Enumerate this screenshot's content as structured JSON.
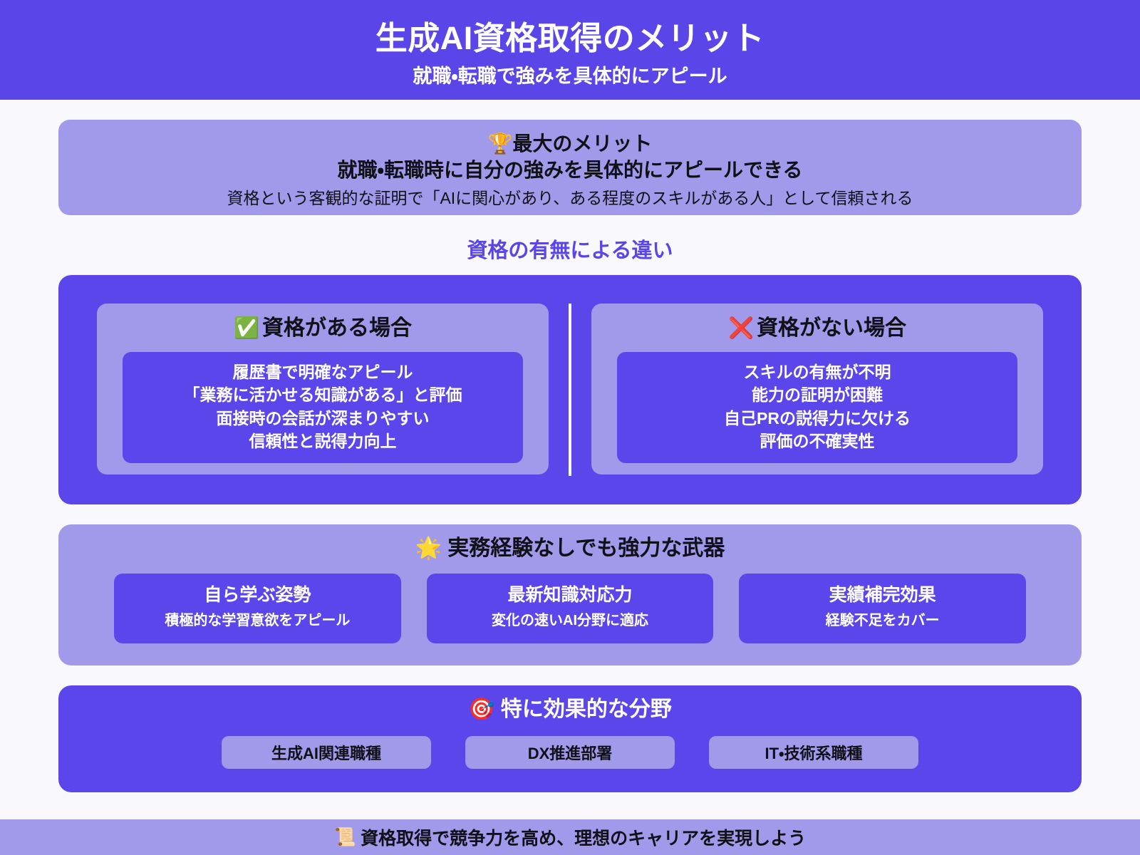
{
  "header": {
    "title": "生成AI資格取得のメリット",
    "subtitle": "就職・転職で強みを具体的にアピール"
  },
  "highlight": {
    "icon": "trophy-emoji",
    "icon_glyph": "🏆",
    "label": "最大のメリット",
    "main": "就職・転職時に自分の強みを具体的にアピールできる",
    "description": "資格という客観的な証明で「AIに関心があり、ある程度のスキルがある人」として信頼される"
  },
  "comparison": {
    "section_title": "資格の有無による違い",
    "with": {
      "icon": "check-mark-button-emoji",
      "icon_glyph": "✅",
      "title": "資格がある場合",
      "items": [
        "履歴書で明確なアピール",
        "「業務に活かせる知識がある」と評価",
        "面接時の会話が深まりやすい",
        "信頼性と説得力向上"
      ]
    },
    "without": {
      "icon": "cross-mark-emoji",
      "icon_glyph": "❌",
      "title": "資格がない場合",
      "items": [
        "スキルの有無が不明",
        "能力の証明が困難",
        "自己PRの説得力に欠ける",
        "評価の不確実性"
      ]
    }
  },
  "weapon": {
    "icon": "glowing-star-emoji",
    "icon_glyph": "🌟",
    "title": "実務経験なしでも強力な武器",
    "cards": [
      {
        "title": "自ら学ぶ姿勢",
        "desc": "積極的な学習意欲をアピール"
      },
      {
        "title": "最新知識対応力",
        "desc": "変化の速いAI分野に適応"
      },
      {
        "title": "実績補完効果",
        "desc": "経験不足をカバー"
      }
    ]
  },
  "fields": {
    "icon": "direct-hit-emoji",
    "icon_glyph": "🎯",
    "title": "特に効果的な分野",
    "tags": [
      "生成AI関連職種",
      "DX推進部署",
      "IT・技術系職種"
    ]
  },
  "footer": {
    "icon": "scroll-emoji",
    "icon_glyph": "📜",
    "text": "資格取得で競争力を高め、理想のキャリアを実現しよう"
  },
  "colors": {
    "brand": "#5945e8",
    "brand_deep": "#5a46ea",
    "brand_light": "#a19aea",
    "page_bg": "#f8f8fd",
    "text_light": "#ffffff",
    "text_dark": "#101018"
  }
}
